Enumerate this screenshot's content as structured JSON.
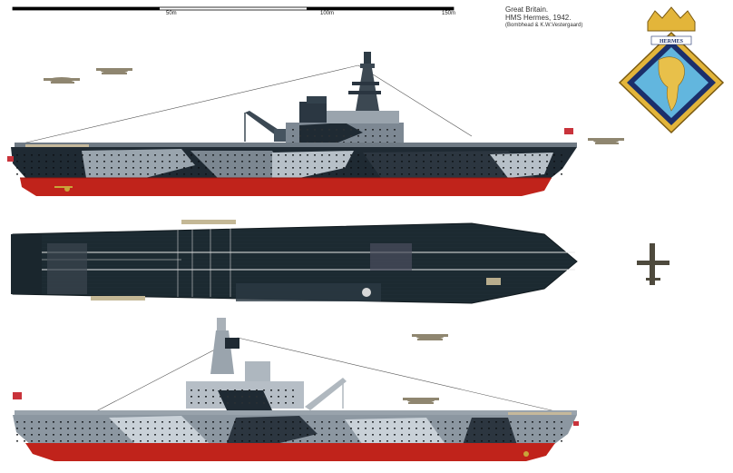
{
  "caption": {
    "country": "Great Britain.",
    "ship": "HMS Hermes, 1942.",
    "credit": "(Bombhead & K.W.Vestergaard)"
  },
  "scale": {
    "labels": [
      "50m",
      "100m",
      "150m"
    ]
  },
  "badge": {
    "text": "HERMES"
  },
  "colors": {
    "hull_dark": "#1f2a33",
    "hull_grey": "#8c97a1",
    "camo_light": "#c9d1d8",
    "boot_red": "#c0231b",
    "deck_dark": "#1d2a32",
    "badge_blue": "#62b6de",
    "badge_gold": "#e3b53a",
    "badge_navy": "#1b2f6b"
  }
}
